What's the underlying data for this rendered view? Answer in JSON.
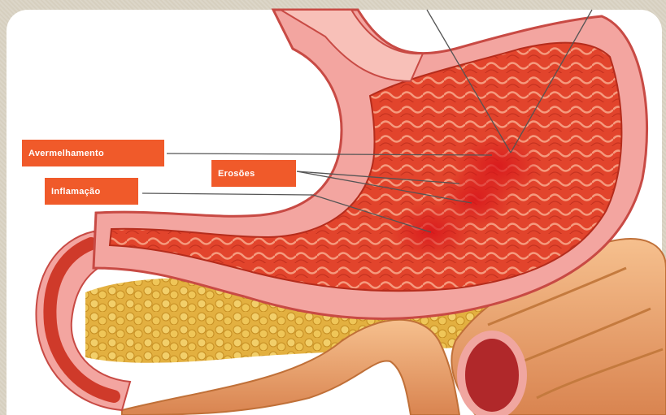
{
  "diagram": {
    "labels": {
      "redness": "Avermelhamento",
      "erosions": "Erosões",
      "inflammation": "Inflamação"
    },
    "colors": {
      "label_bg": "#f05a2a",
      "stomach_wall": "#f3a5a0",
      "mucosa": "#e2442c",
      "fat": "#e8b84a",
      "intestine": "#eba05e",
      "pointer_line": "#555555"
    }
  }
}
